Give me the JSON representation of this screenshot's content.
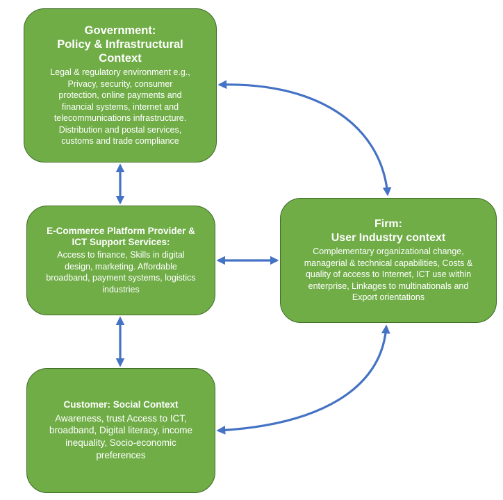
{
  "colors": {
    "node_fill": "#70ad47",
    "node_border": "#3e6b26",
    "arrow": "#4472c4",
    "text": "#ffffff"
  },
  "nodes": {
    "government": {
      "title": "Government:\nPolicy & Infrastructural\nContext",
      "body": "Legal & regulatory environment e.g.,\nPrivacy, security, consumer\nprotection, online payments and\nfinancial systems, internet and\ntelecommunications infrastructure.\nDistribution and postal services,\ncustoms and trade compliance"
    },
    "ecommerce": {
      "title": "E-Commerce Platform Provider &\nICT Support Services:",
      "body": "Access to finance, Skills in digital\ndesign, marketing. Affordable\nbroadband, payment systems, logistics\nindustries"
    },
    "firm": {
      "title": "Firm:\nUser Industry context",
      "body": "Complementary organizational change,\nmanagerial & technical capabilities, Costs &\nquality of access to Internet, ICT use within\nenterprise, Linkages to multinationals and\nExport orientations"
    },
    "customer": {
      "title": "Customer: Social Context",
      "body": "Awareness, trust Access to ICT,\nbroadband, Digital literacy, income\ninequality, Socio-economic\npreferences"
    }
  },
  "edges": [
    {
      "from": "government",
      "to": "ecommerce",
      "style": "straight",
      "direction": "both"
    },
    {
      "from": "ecommerce",
      "to": "customer",
      "style": "straight",
      "direction": "both"
    },
    {
      "from": "ecommerce",
      "to": "firm",
      "style": "straight",
      "direction": "both"
    },
    {
      "from": "government",
      "to": "firm",
      "style": "curved",
      "direction": "both"
    },
    {
      "from": "customer",
      "to": "firm",
      "style": "curved",
      "direction": "both"
    }
  ]
}
